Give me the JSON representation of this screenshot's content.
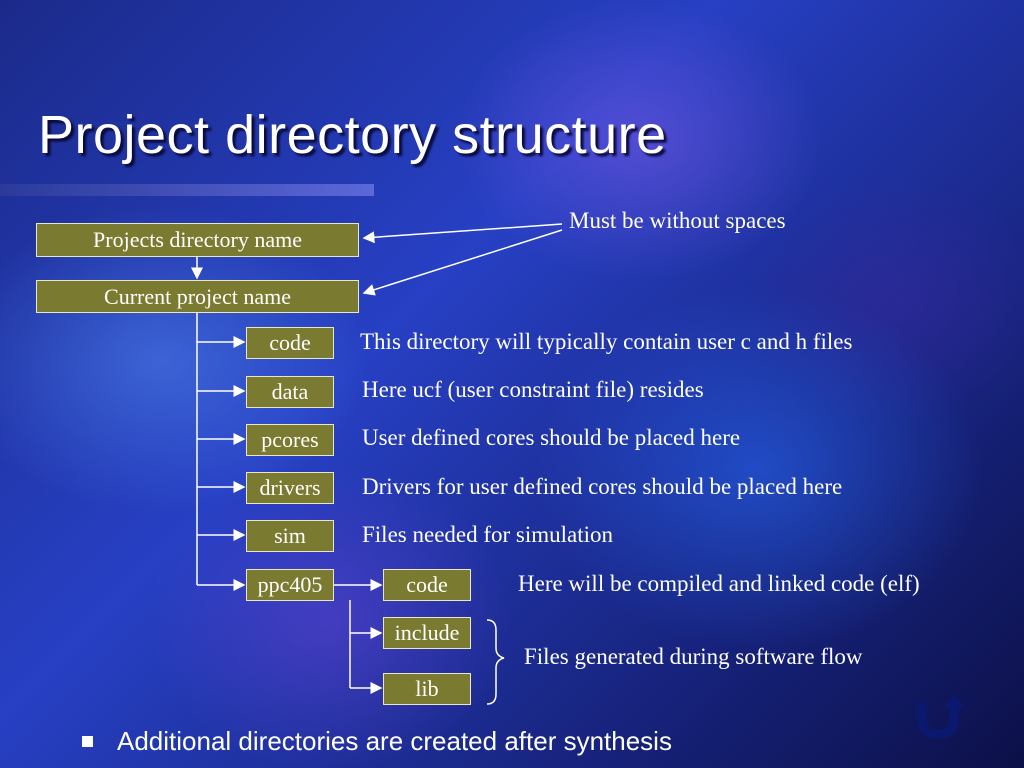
{
  "slide": {
    "title": "Project directory structure"
  },
  "tree": {
    "projects_dir": "Projects directory name",
    "current_project": "Current project name",
    "subdirs": [
      "code",
      "data",
      "pcores",
      "drivers",
      "sim",
      "ppc405"
    ],
    "ppc405_subdirs": [
      "code",
      "include",
      "lib"
    ]
  },
  "notes": {
    "no_spaces": "Must be without spaces",
    "code": "This directory will typically contain user c and h files",
    "data": "Here ucf (user constraint file) resides",
    "pcores": "User defined cores should be placed here",
    "drivers": "Drivers for user defined cores should be placed here",
    "sim": "Files needed for simulation",
    "ppc405_code": "Here will be compiled and linked code (elf)",
    "generated": "Files generated during software flow"
  },
  "bullets": [
    "Additional directories are created after synthesis"
  ],
  "icons": {
    "return": "return-arrow-icon",
    "bullet": "square-bullet-icon"
  },
  "colors": {
    "box_fill": "#7a7a30",
    "box_border": "#e8e8c8",
    "text": "#ffffff"
  }
}
